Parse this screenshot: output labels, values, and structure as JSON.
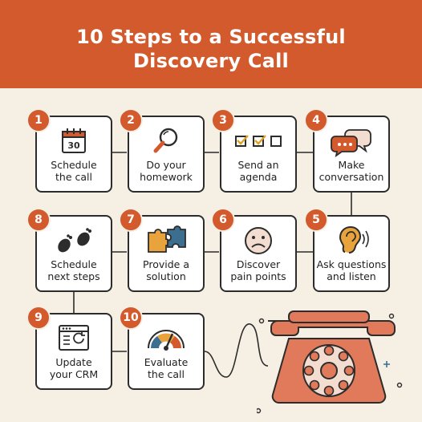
{
  "title": {
    "line1": "10 Steps to a Successful",
    "line2": "Discovery Call"
  },
  "steps": [
    {
      "number": "1",
      "line1": "Schedule",
      "line2": "the call",
      "icon": "calendar-icon",
      "calendar_day": "30"
    },
    {
      "number": "2",
      "line1": "Do your",
      "line2": "homework",
      "icon": "magnifier-icon"
    },
    {
      "number": "3",
      "line1": "Send an",
      "line2": "agenda",
      "icon": "checkboxes-icon"
    },
    {
      "number": "4",
      "line1": "Make",
      "line2": "conversation",
      "icon": "speech-bubbles-icon"
    },
    {
      "number": "5",
      "line1": "Ask questions",
      "line2": "and listen",
      "icon": "ear-icon"
    },
    {
      "number": "6",
      "line1": "Discover",
      "line2": "pain points",
      "icon": "sad-face-icon"
    },
    {
      "number": "7",
      "line1": "Provide a",
      "line2": "solution",
      "icon": "puzzle-icon"
    },
    {
      "number": "8",
      "line1": "Schedule",
      "line2": "next steps",
      "icon": "footprints-icon"
    },
    {
      "number": "9",
      "line1": "Update",
      "line2": "your CRM",
      "icon": "browser-refresh-icon"
    },
    {
      "number": "10",
      "line1": "Evaluate",
      "line2": "the call",
      "icon": "gauge-icon"
    }
  ],
  "colors": {
    "accent": "#d35a2c",
    "background": "#f6efe4",
    "phone": "#e07a5a",
    "outline": "#2c2c2c"
  }
}
